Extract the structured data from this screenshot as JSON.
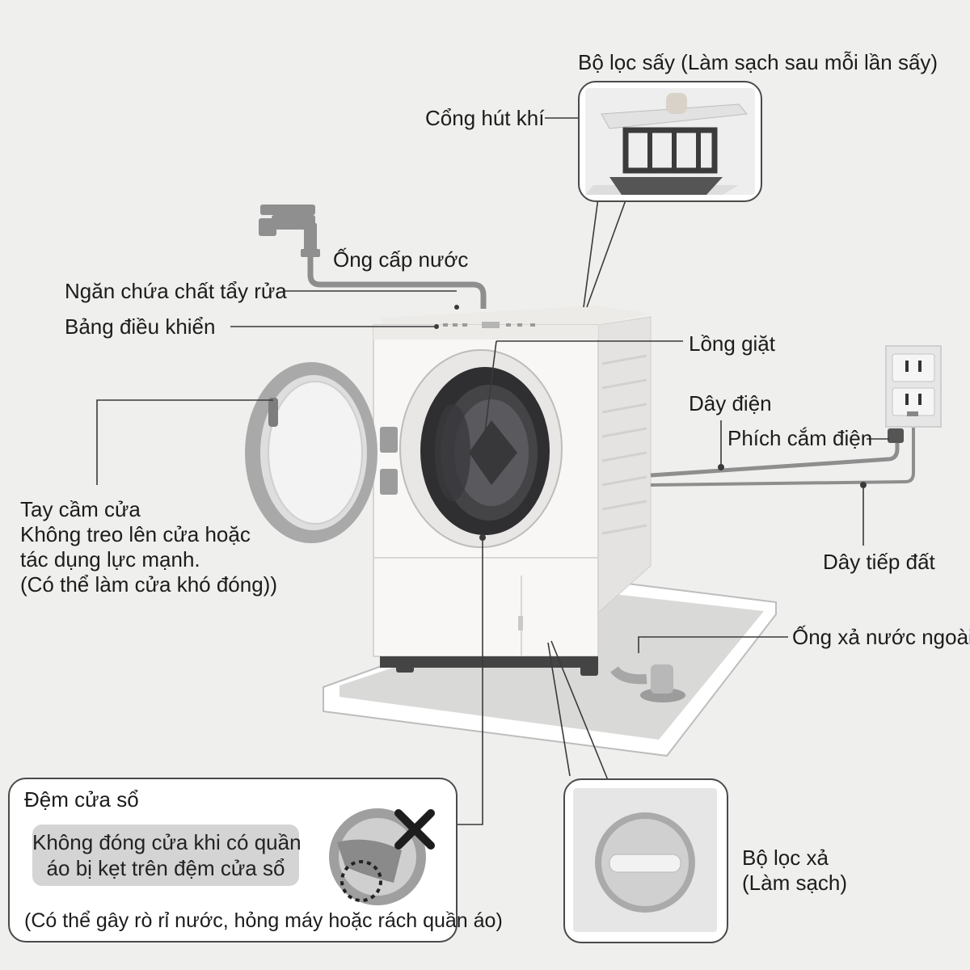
{
  "labels": {
    "dryer_filter": "Bộ lọc sấy (Làm sạch sau mỗi lần sấy)",
    "air_intake": "Cổng hút khí",
    "water_supply_hose": "Ống cấp nước",
    "detergent_compartment": "Ngăn chứa chất tẩy rửa",
    "control_panel": "Bảng điều khiển",
    "drum": "Lồng giặt",
    "power_cord": "Dây điện",
    "power_plug": "Phích cắm điện",
    "ground_wire": "Dây tiếp đất",
    "external_drain_hose": "Ống xả nước ngoài",
    "door_handle": "Tay cầm cửa\nKhông treo lên cửa hoặc\ntác dụng lực mạnh.\n(Có thể làm cửa khó đóng))",
    "drain_filter": "Bộ lọc xả\n(Làm sạch)"
  },
  "door_seal_box": {
    "title": "Đệm cửa sổ",
    "warning": "Không đóng cửa khi có quần\náo bị kẹt trên đệm cửa sổ",
    "note": "(Có thể gây rò rỉ nước, hỏng máy hoặc rách quần áo)"
  },
  "icons": [
    "water-faucet-icon",
    "wall-outlet-icon",
    "power-plug-icon",
    "cross-mark-icon"
  ],
  "colors": {
    "background": "#efefee",
    "machine_body": "#f8f7f5",
    "machine_shadow": "#d6d5d3",
    "line": "#3a3a3a",
    "hose": "#8e8e8e",
    "drum_dark": "#2f2f31",
    "note_fill": "#d4d4d4"
  }
}
